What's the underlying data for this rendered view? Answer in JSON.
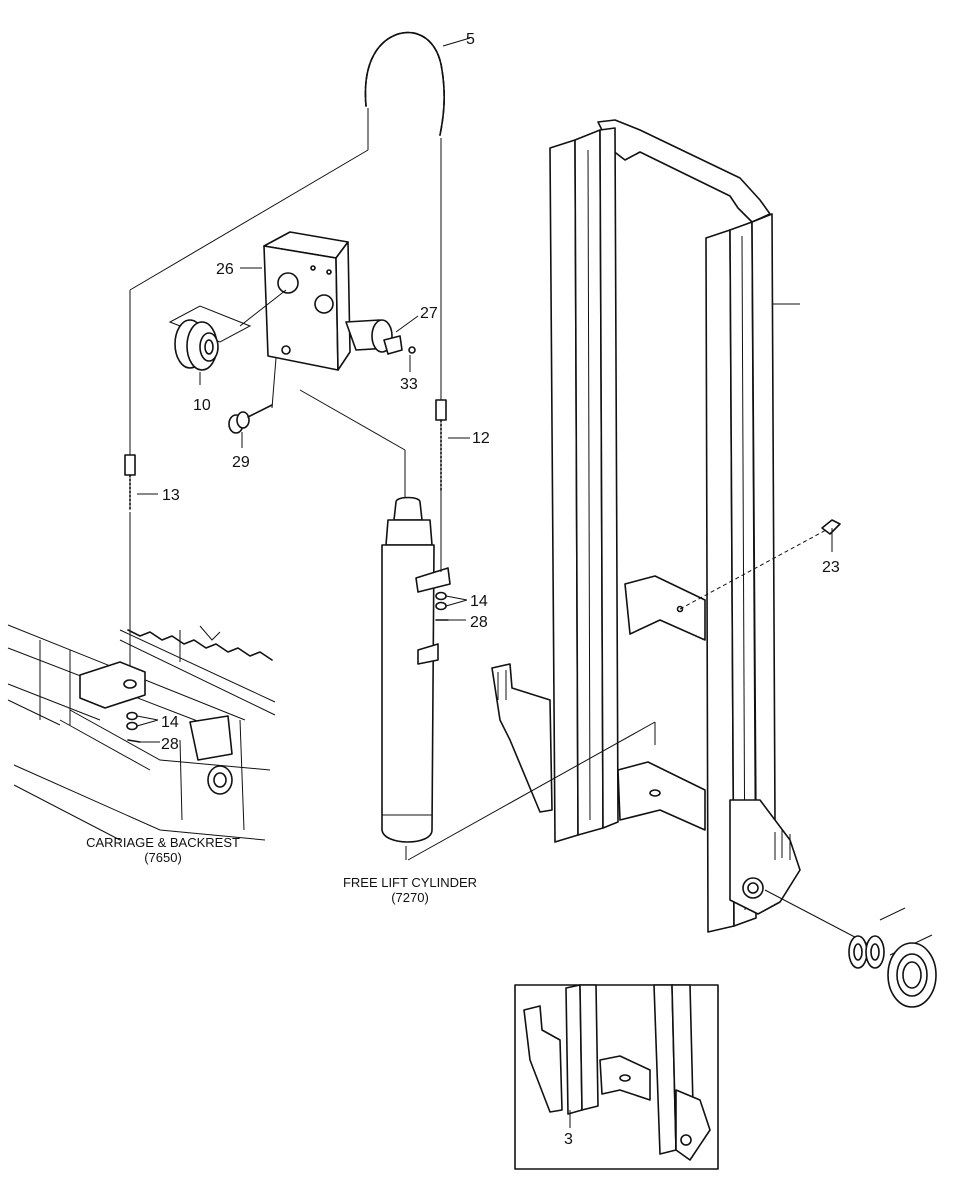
{
  "callouts": {
    "c5": "5",
    "c26": "26",
    "c27": "27",
    "c33": "33",
    "c10": "10",
    "c29": "29",
    "c12": "12",
    "c13": "13",
    "c23": "23",
    "c14a": "14",
    "c28a": "28",
    "c14b": "14",
    "c28b": "28",
    "c3": "3"
  },
  "captions": {
    "carriage_name": "CARRIAGE & BACKREST",
    "carriage_code": "(7650)",
    "cylinder_name": "FREE LIFT CYLINDER",
    "cylinder_code": "(7270)"
  }
}
